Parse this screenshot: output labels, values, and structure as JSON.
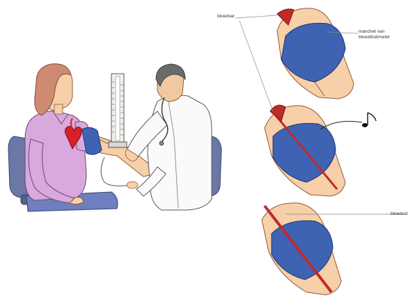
{
  "labels": {
    "artery_top": "bloedvat",
    "cuff_line1": "manchet van",
    "cuff_line2": "bloeddrukmeter",
    "artery_bottom": "bloedvat"
  },
  "icons": {
    "heart": "heart-icon",
    "note": "music-note-icon"
  },
  "colors": {
    "cuff": "#3e63b3",
    "vessel": "#c02a2a",
    "blouse": "#d9a8dc",
    "skin": "#f7cfa8"
  }
}
